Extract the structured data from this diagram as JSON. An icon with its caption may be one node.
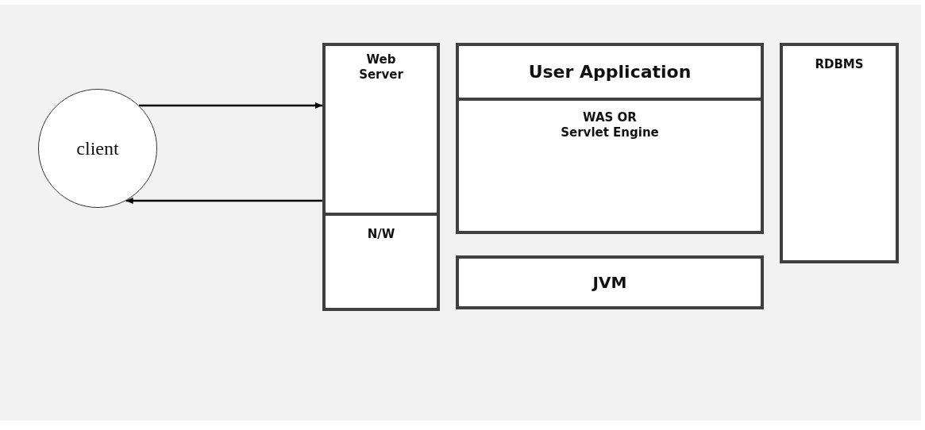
{
  "diagram": {
    "nodes": [
      {
        "text": [
          "client"
        ]
      },
      {
        "text": [
          "Web Server"
        ]
      },
      {
        "text": [
          "N/W"
        ]
      },
      {
        "text": [
          "User Application"
        ]
      },
      {
        "text": [
          "WAS OR Servlet Engine"
        ]
      },
      {
        "text": [
          "JVM"
        ]
      },
      {
        "text": [
          "RDBMS"
        ]
      }
    ],
    "edges": [
      {
        "from": 0,
        "to": 1,
        "arrow": "to"
      },
      {
        "from": 1,
        "to": 0,
        "arrow": "to"
      }
    ]
  }
}
